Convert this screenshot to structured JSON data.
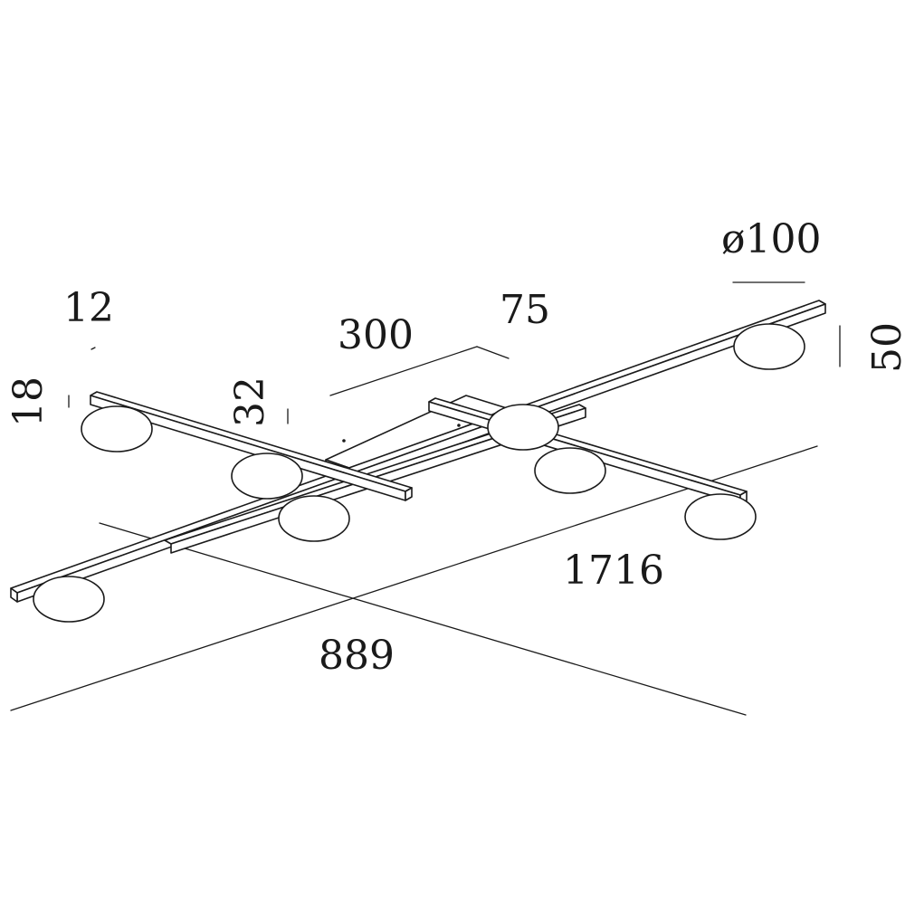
{
  "dimensions": {
    "diameter": "ø100",
    "height_right": "50",
    "top_depth": "75",
    "canopy_length": "300",
    "bar_width": "12",
    "bar_height": "18",
    "canopy_height": "32",
    "overall_length": "1716",
    "overall_width": "889"
  },
  "colors": {
    "line": "#1a1a1a",
    "background": "#ffffff"
  }
}
